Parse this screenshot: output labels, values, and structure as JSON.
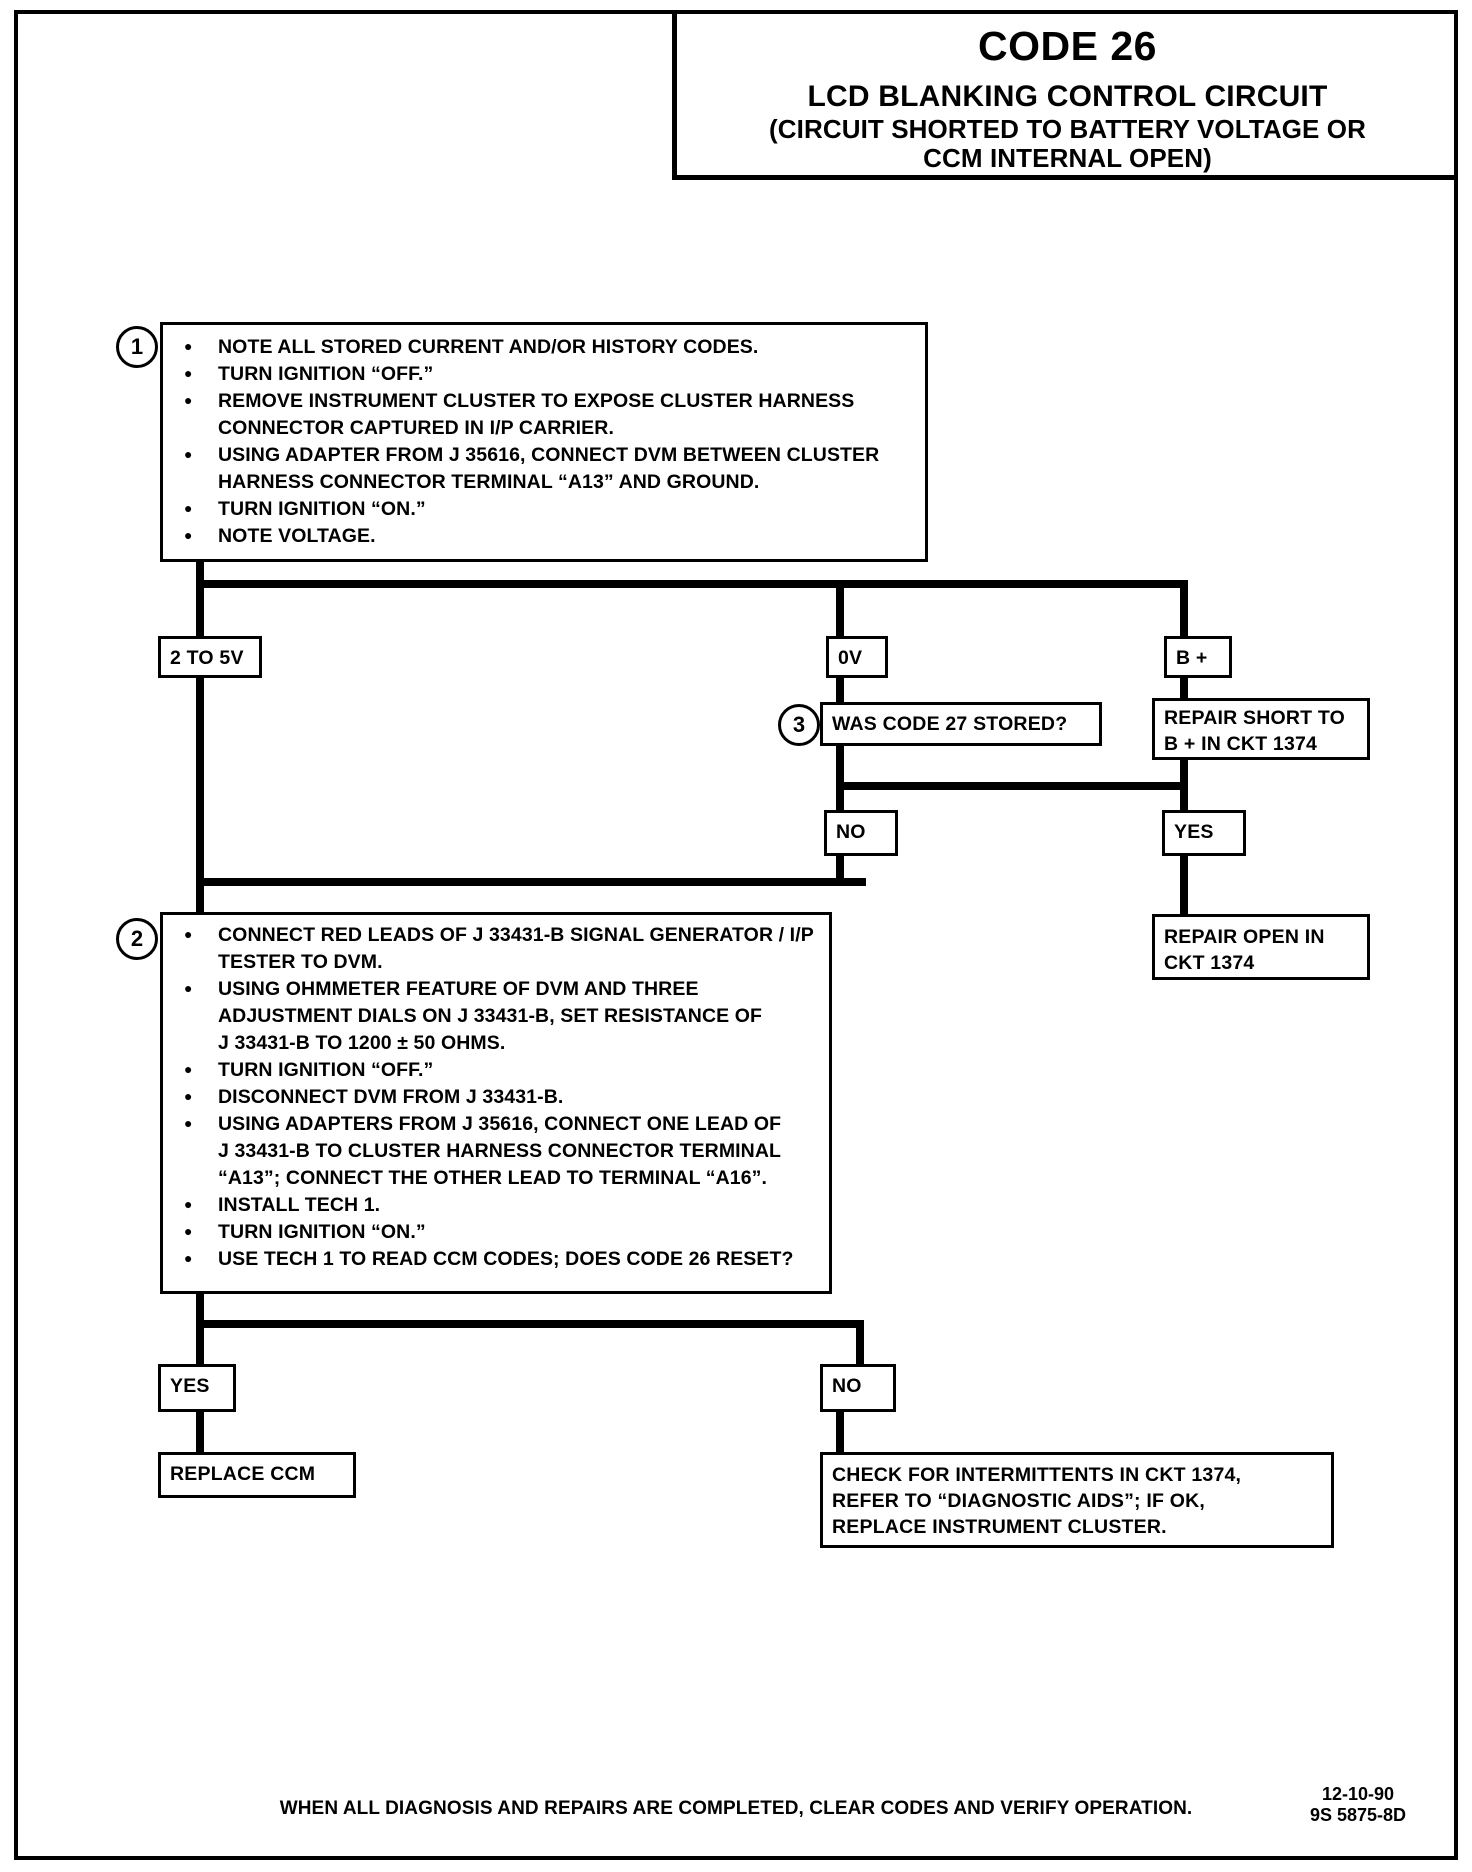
{
  "header": {
    "code": "CODE 26",
    "title": "LCD BLANKING CONTROL CIRCUIT",
    "subtitle_line1": "(CIRCUIT SHORTED TO BATTERY VOLTAGE OR",
    "subtitle_line2": "CCM INTERNAL OPEN)"
  },
  "step1": {
    "number": "1",
    "bullets": [
      {
        "line1": "NOTE ALL STORED CURRENT AND/OR HISTORY CODES."
      },
      {
        "line1": "TURN IGNITION “OFF.”"
      },
      {
        "line1": "REMOVE INSTRUMENT CLUSTER TO EXPOSE CLUSTER HARNESS",
        "line2": "CONNECTOR CAPTURED IN I/P CARRIER."
      },
      {
        "line1": "USING ADAPTER FROM J 35616, CONNECT DVM BETWEEN CLUSTER",
        "line2": "HARNESS CONNECTOR TERMINAL “A13” AND GROUND."
      },
      {
        "line1": "TURN IGNITION “ON.”"
      },
      {
        "line1": "NOTE VOLTAGE."
      }
    ]
  },
  "branches": {
    "volt_2to5": "2 TO 5V",
    "volt_0": "0V",
    "volt_bplus": "B +"
  },
  "step3": {
    "number": "3",
    "question": "WAS CODE 27 STORED?"
  },
  "repair_short": {
    "line1": "REPAIR SHORT TO",
    "line2": "B +  IN CKT 1374"
  },
  "step3_answers": {
    "no": "NO",
    "yes": "YES"
  },
  "repair_open": {
    "line1": "REPAIR OPEN IN",
    "line2": "CKT 1374"
  },
  "step2": {
    "number": "2",
    "bullets": [
      {
        "line1": "CONNECT RED LEADS OF J 33431-B SIGNAL GENERATOR / I/P",
        "line2": "TESTER TO DVM."
      },
      {
        "line1": "USING OHMMETER FEATURE OF DVM AND THREE",
        "line2": "ADJUSTMENT DIALS ON J 33431-B, SET RESISTANCE OF",
        "line3": "J 33431-B TO 1200 ± 50 OHMS."
      },
      {
        "line1": "TURN IGNITION “OFF.”"
      },
      {
        "line1": "DISCONNECT DVM FROM J 33431-B."
      },
      {
        "line1": "USING ADAPTERS FROM J 35616, CONNECT ONE LEAD OF",
        "line2": "J 33431-B TO CLUSTER HARNESS CONNECTOR TERMINAL",
        "line3": "“A13”; CONNECT THE OTHER LEAD TO TERMINAL “A16”."
      },
      {
        "line1": "INSTALL TECH 1."
      },
      {
        "line1": "TURN IGNITION “ON.”"
      },
      {
        "line1": "USE TECH 1 TO READ CCM CODES; DOES CODE 26 RESET?"
      }
    ]
  },
  "step2_answers": {
    "yes": "YES",
    "no": "NO"
  },
  "replace_ccm": "REPLACE CCM",
  "check_intermittents": {
    "line1": "CHECK FOR INTERMITTENTS IN CKT 1374,",
    "line2": "REFER TO “DIAGNOSTIC AIDS”;  IF OK,",
    "line3": "REPLACE INSTRUMENT CLUSTER."
  },
  "footer": {
    "note": "WHEN ALL DIAGNOSIS AND REPAIRS ARE COMPLETED, CLEAR CODES AND VERIFY OPERATION.",
    "date": "12-10-90",
    "doc_id": "9S 5875-8D"
  }
}
